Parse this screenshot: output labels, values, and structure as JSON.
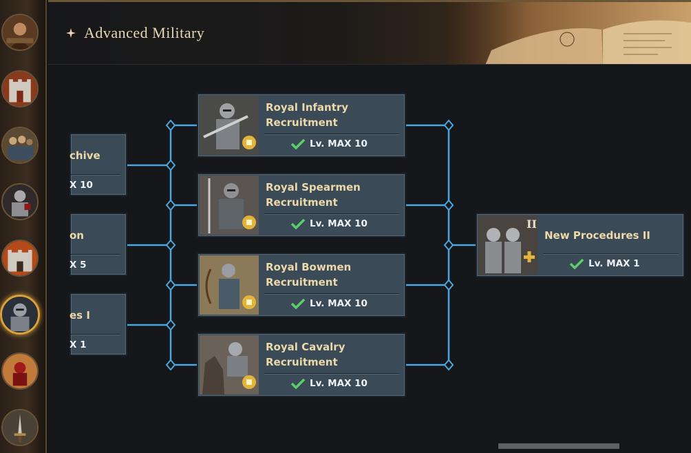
{
  "header": {
    "title": "Advanced Military"
  },
  "sidebar": {
    "items": [
      {
        "icon": "commander-portrait-icon"
      },
      {
        "icon": "castle-gate-icon"
      },
      {
        "icon": "army-group-icon"
      },
      {
        "icon": "armored-knight-icon"
      },
      {
        "icon": "burning-castle-icon"
      },
      {
        "icon": "knight-helmet-icon",
        "active": true
      },
      {
        "icon": "siege-warrior-icon"
      },
      {
        "icon": "sword-emblem-icon"
      }
    ]
  },
  "left_cards": [
    {
      "name": "chive",
      "level": "X 10"
    },
    {
      "name": "on",
      "level": "X 5"
    },
    {
      "name": "es I",
      "level": "X 1"
    }
  ],
  "cards": [
    {
      "name_line1": "Royal Infantry",
      "name_line2": "Recruitment",
      "level": "Lv. MAX 10"
    },
    {
      "name_line1": "Royal Spearmen",
      "name_line2": "Recruitment",
      "level": "Lv. MAX 10"
    },
    {
      "name_line1": "Royal Bowmen",
      "name_line2": "Recruitment",
      "level": "Lv. MAX 10"
    },
    {
      "name_line1": "Royal Cavalry",
      "name_line2": "Recruitment",
      "level": "Lv. MAX 10"
    }
  ],
  "result_card": {
    "name": "New Procedures II",
    "level": "Lv. MAX 1",
    "roman": "II"
  },
  "colors": {
    "connector": "#4aa8e0",
    "title": "#e9d7b0",
    "card_name": "#ecd8a8",
    "card_bg": "#3a4a57",
    "check": "#5ccf6a",
    "active_ring": "#d9a23a"
  }
}
